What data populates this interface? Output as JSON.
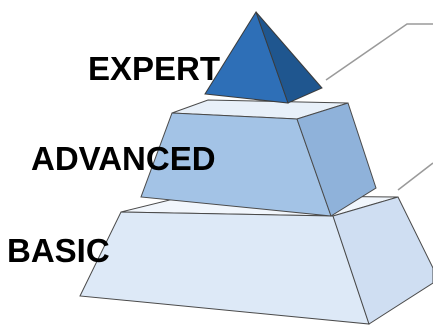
{
  "pyramid": {
    "tiers": [
      {
        "label": "EXPERT"
      },
      {
        "label": "ADVANCED"
      },
      {
        "label": "BASIC"
      }
    ],
    "colors": {
      "expert_front": "#2e6fb7",
      "expert_side": "#1f568f",
      "advanced_front": "#a3c3e6",
      "advanced_side": "#8fb2da",
      "advanced_top": "#e8f0f9",
      "basic_front": "#dde9f7",
      "basic_side": "#cfdef2",
      "basic_top": "#f1f6fc",
      "outline": "#4a4a4a",
      "leader_line": "#9a9a9a"
    }
  }
}
